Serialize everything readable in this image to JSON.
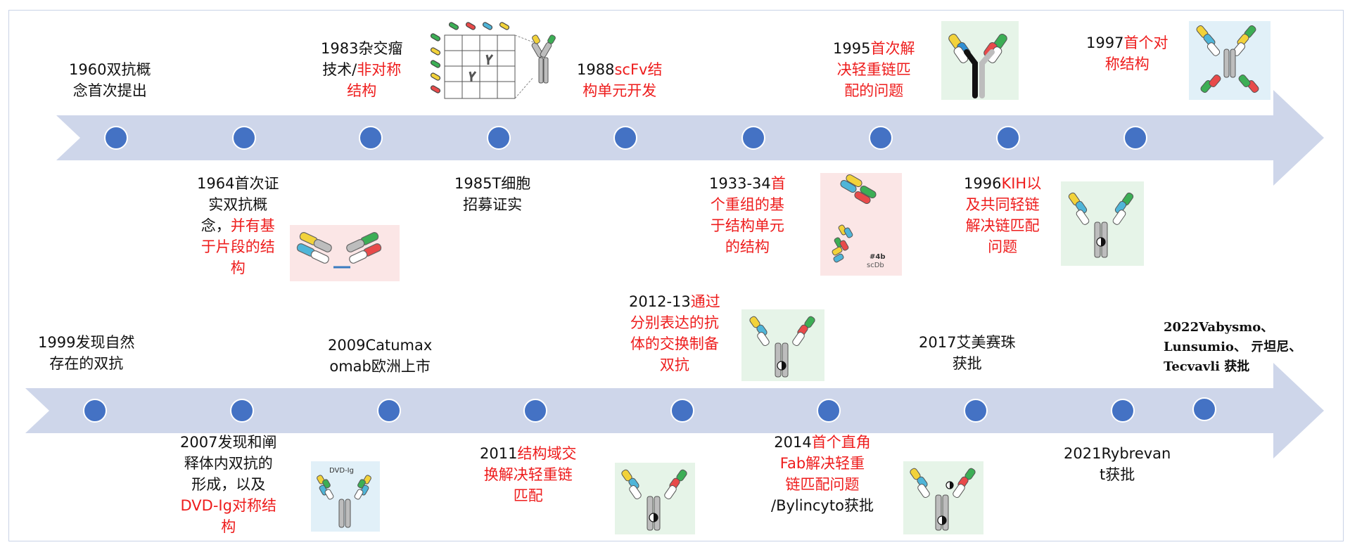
{
  "colors": {
    "arrow": "#ced6ea",
    "dot": "#4472c4",
    "red_text": "#ee1c1c",
    "frame": "#c9d3e6"
  },
  "top_row": {
    "e1960": {
      "line1": "1960双抗概",
      "line2": "念首次提出"
    },
    "e1983": {
      "line1": "1983杂交瘤",
      "line2a": "技术/",
      "line2b": "非对称",
      "line3": "结构"
    },
    "e1988": {
      "line1a": "1988",
      "line1b": "scFv结",
      "line2": "构单元开发"
    },
    "e1995": {
      "line1a": "1995",
      "line1b": "首次解",
      "line2": "决轻重链匹",
      "line3": "配的问题"
    },
    "e1997": {
      "line1a": "1997",
      "line1b": "首个对",
      "line2": "称结构"
    },
    "e1964": {
      "line1": "1964首次证",
      "line2": "实双抗概",
      "line3a": "念，",
      "line3b": "并有基",
      "line4": "于片段的结",
      "line5": "构"
    },
    "e1985": {
      "line1": "1985T细胞",
      "line2": "招募证实"
    },
    "e1933": {
      "line1a": "1933-34",
      "line1b": "首",
      "line2": "个重组的基",
      "line3": "于结构单元",
      "line4": "的结构"
    },
    "e1996": {
      "line1a": "1996",
      "line1b": "KIH以",
      "line2": "及共同轻链",
      "line3": "解决链匹配",
      "line4": "问题"
    },
    "img_tags": {
      "tag_4b": "#4b",
      "tag_scdb": "scDb"
    }
  },
  "bottom_row": {
    "e1999": {
      "line1": "1999发现自然",
      "line2": "存在的双抗"
    },
    "e2009": {
      "line1": "2009Catumax",
      "line2": "omab欧洲上市"
    },
    "e2012": {
      "line1a": "2012-13",
      "line1b": "通过",
      "line2": "分别表达的抗",
      "line3": "体的交换制备",
      "line4": "双抗"
    },
    "e2017": {
      "line1": "2017艾美赛珠",
      "line2": "获批"
    },
    "e2022": {
      "line1": "2022Vabysmo、",
      "line2": "Lunsumio、 亓坦尼、",
      "line3": "Tecvavli 获批"
    },
    "e2007": {
      "line1": "2007发现和阐",
      "line2": "释体内双抗的",
      "line3": "形成，以及",
      "line4a": "DVD-Ig",
      "line4b": "对称结",
      "line5": "构"
    },
    "e2011": {
      "line1a": "2011",
      "line1b": "结构域交",
      "line2": "换解决轻重链",
      "line3": "匹配"
    },
    "e2014": {
      "line1a": "2014",
      "line1b": "首个直角",
      "line2a": "Fab",
      "line2b": "解决轻重",
      "line3": "链匹配问题",
      "line4": "/Bylincyto获批"
    },
    "e2021": {
      "line1": "2021Rybrevan",
      "line2": "t获批"
    },
    "img_tags": {
      "tag_dvd": "DVD-Ig"
    }
  }
}
